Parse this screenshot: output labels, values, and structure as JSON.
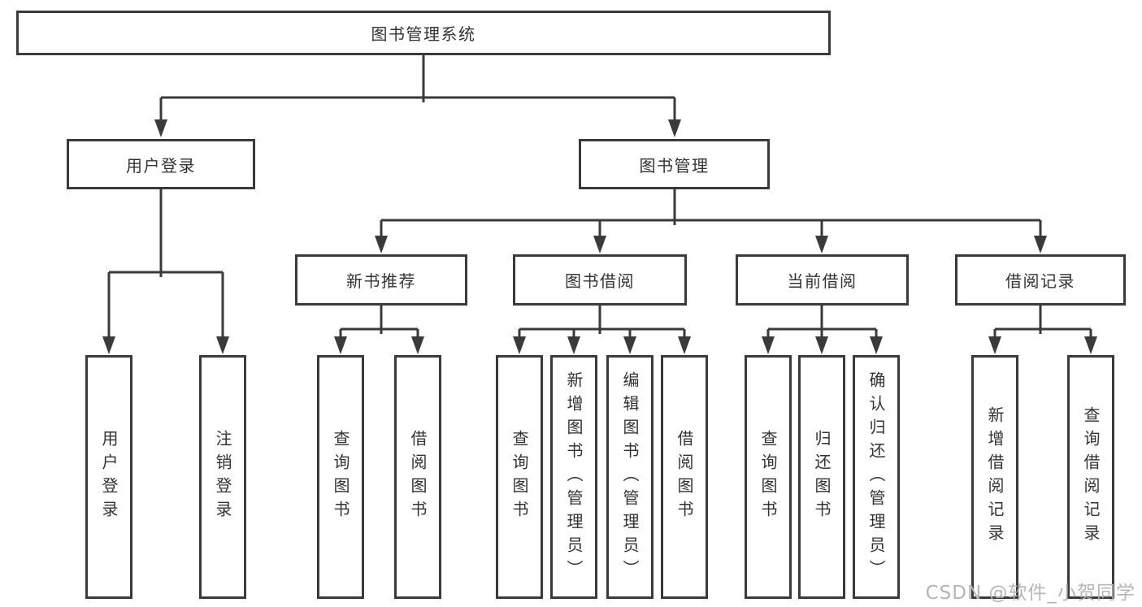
{
  "watermark": "CSDN @软件_小贺同学",
  "colors": {
    "line": "#3a3a3a",
    "node_border": "#3a3a3a",
    "text": "#333333",
    "watermark": "#b5b5b5",
    "background": "#ffffff"
  },
  "tree": {
    "label": "图书管理系统",
    "children": [
      {
        "label": "用户登录",
        "children": [
          {
            "label": "用户登录"
          },
          {
            "label": "注销登录"
          }
        ]
      },
      {
        "label": "图书管理",
        "children": [
          {
            "label": "新书推荐",
            "children": [
              {
                "label": "查询图书"
              },
              {
                "label": "借阅图书"
              }
            ]
          },
          {
            "label": "图书借阅",
            "children": [
              {
                "label": "查询图书"
              },
              {
                "label": "新增图书（管理员）"
              },
              {
                "label": "编辑图书（管理员）"
              },
              {
                "label": "借阅图书"
              }
            ]
          },
          {
            "label": "当前借阅",
            "children": [
              {
                "label": "查询图书"
              },
              {
                "label": "归还图书"
              },
              {
                "label": "确认归还（管理员）"
              }
            ]
          },
          {
            "label": "借阅记录",
            "children": [
              {
                "label": "新增借阅记录"
              },
              {
                "label": "查询借阅记录"
              }
            ]
          }
        ]
      }
    ]
  }
}
